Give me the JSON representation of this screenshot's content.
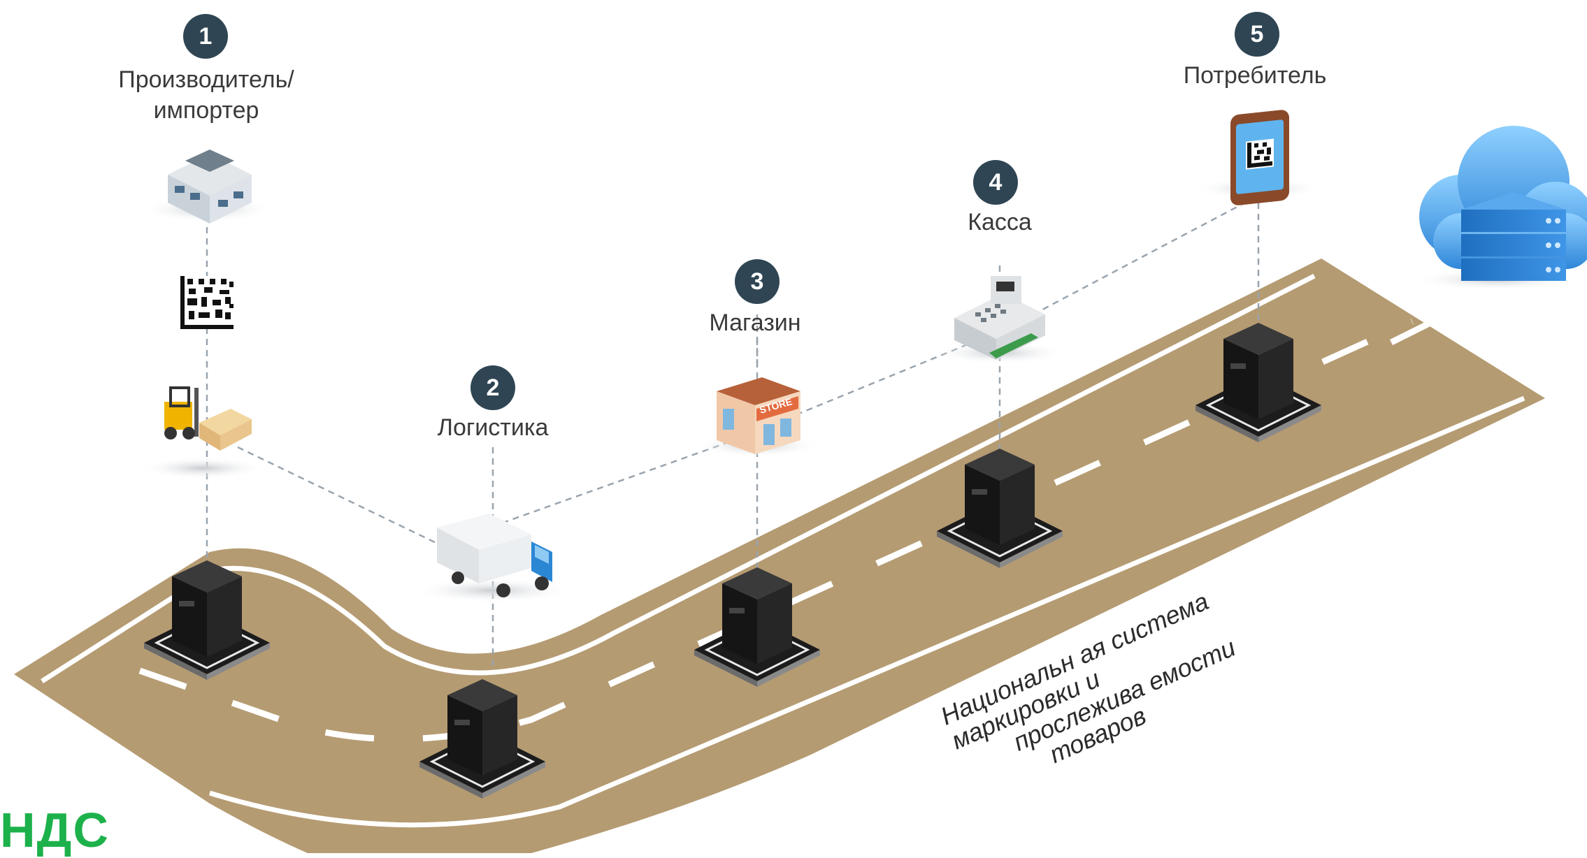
{
  "stages": [
    {
      "number": "1",
      "label": "Производитель/\nимпортер",
      "icon": "factory-icon"
    },
    {
      "number": "2",
      "label": "Логистика",
      "icon": "truck-icon"
    },
    {
      "number": "3",
      "label": "Магазин",
      "icon": "store-icon"
    },
    {
      "number": "4",
      "label": "Касса",
      "icon": "cash-register-icon"
    },
    {
      "number": "5",
      "label": "Потребитель",
      "icon": "smartphone-icon"
    }
  ],
  "store_sign": "STORE",
  "road_title_lines": [
    "Национальн ая система",
    "маркировки и",
    "прослежива емости",
    "товаров"
  ],
  "brand": "НДС",
  "colors": {
    "road": "#b59b72",
    "badge": "#2f4553",
    "brand": "#1db14b",
    "cloud": "#4aa3e8"
  }
}
